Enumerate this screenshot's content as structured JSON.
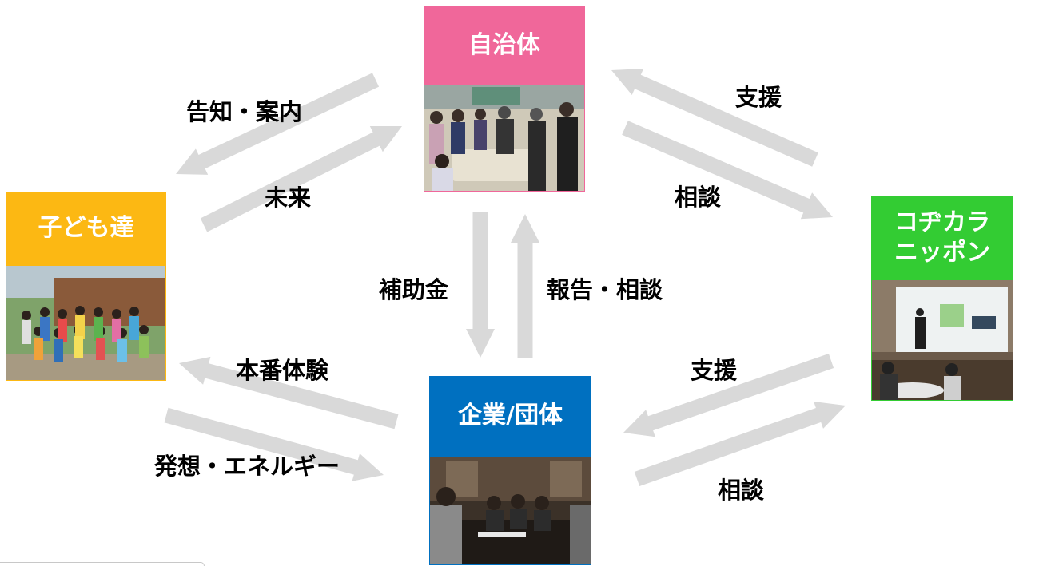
{
  "colors": {
    "arrow": "#d9d9d9",
    "municipality": "#f0679a",
    "children": "#fcb813",
    "kodikara": "#33cc33",
    "company": "#0070c0"
  },
  "nodes": {
    "municipality": {
      "label": "自治体",
      "image": "photo of officials and children around a table"
    },
    "children": {
      "label": "子ども達",
      "image": "group photo of children"
    },
    "kodikara": {
      "label_line1": "コヂカラ",
      "label_line2": "ニッポン",
      "image": "presentation in a meeting room"
    },
    "company": {
      "label": "企業/団体",
      "image": "business meeting handshake"
    }
  },
  "edges": {
    "announce": "告知・案内",
    "future": "未来",
    "support_top": "支援",
    "consult_top": "相談",
    "subsidy": "補助金",
    "report": "報告・相談",
    "experience": "本番体験",
    "ideas": "発想・エネルギー",
    "support_bottom": "支援",
    "consult_bottom": "相談"
  }
}
